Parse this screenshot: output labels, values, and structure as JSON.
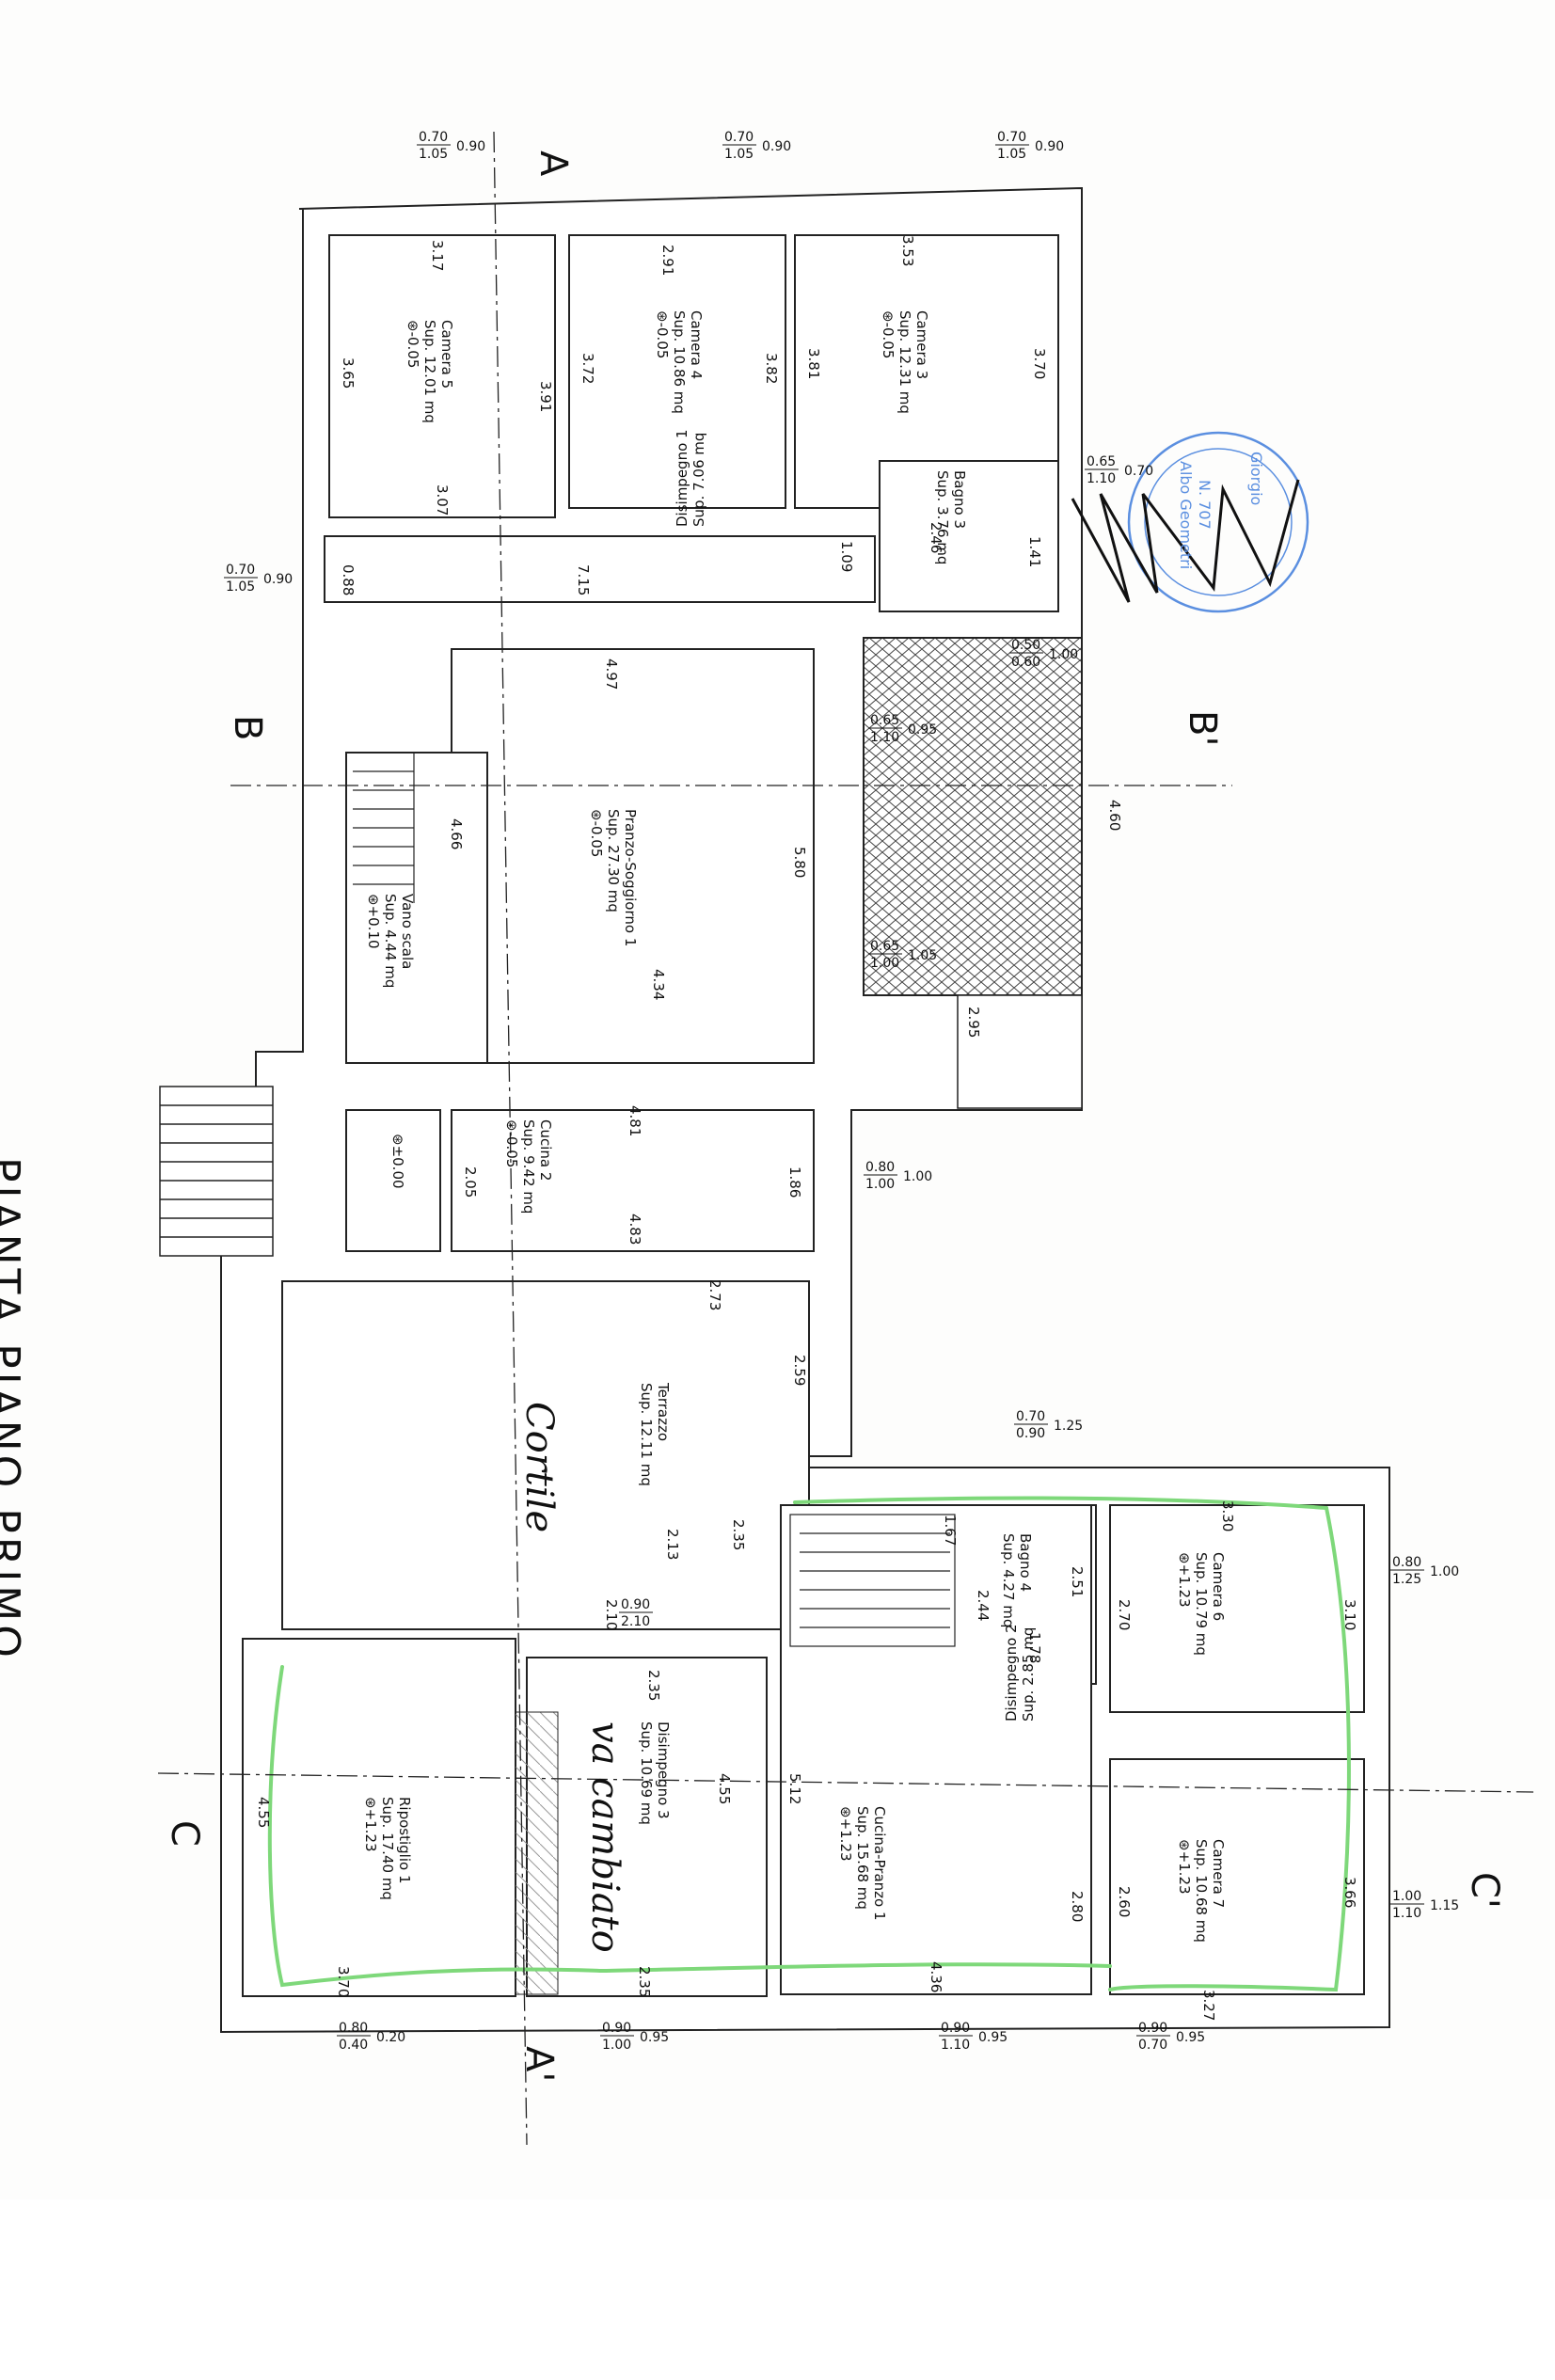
{
  "title": "PIANTA PIANO PRIMO",
  "handwritten_notes": [
    "Cortile",
    "va cambiato"
  ],
  "stamp_text": [
    "N. 707",
    "Albo Geometri",
    "Giorgio"
  ],
  "section_marks": {
    "A": "A",
    "A_prime": "A'",
    "B": "B",
    "B_prime": "B'",
    "C": "C",
    "C_prime": "C'"
  },
  "rooms": [
    {
      "id": "camera5",
      "lines": [
        "Camera 5",
        "Sup. 12.01 mq",
        "⊛-0.05"
      ]
    },
    {
      "id": "camera4",
      "lines": [
        "Camera 4",
        "Sup. 10.86 mq",
        "⊛-0.05"
      ]
    },
    {
      "id": "camera3",
      "lines": [
        "Camera 3",
        "Sup. 12.31 mq",
        "⊛-0.05"
      ]
    },
    {
      "id": "bagno3",
      "lines": [
        "Bagno 3",
        "Sup. 3.76 mq"
      ]
    },
    {
      "id": "disimpegno1",
      "lines": [
        "Disimpegno 1",
        "Sup. 7.06 mq"
      ]
    },
    {
      "id": "pranzo",
      "lines": [
        "Pranzo-Soggiorno 1",
        "Sup. 27.30 mq",
        "⊛-0.05"
      ]
    },
    {
      "id": "vanoscala",
      "lines": [
        "Vano scala",
        "Sup. 4.44 mq",
        "⊛+0.10"
      ]
    },
    {
      "id": "cucina2",
      "lines": [
        "Cucina 2",
        "Sup. 9.42 mq",
        "⊛-0.05"
      ]
    },
    {
      "id": "landing",
      "lines": [
        "⊛±0.00"
      ]
    },
    {
      "id": "terrazzo",
      "lines": [
        "Terrazzo",
        "Sup. 12.11 mq"
      ]
    },
    {
      "id": "bagno4",
      "lines": [
        "Bagno 4",
        "Sup. 4.27 mq"
      ]
    },
    {
      "id": "camera6",
      "lines": [
        "Camera 6",
        "Sup. 10.79 mq",
        "⊛+1.23"
      ]
    },
    {
      "id": "disimpegno2",
      "lines": [
        "Disimpegno 2",
        "Sup. 2.85 mq"
      ]
    },
    {
      "id": "disimpegno3",
      "lines": [
        "Disimpegno 3",
        "Sup. 10.69 mq"
      ]
    },
    {
      "id": "cucinapranzo",
      "lines": [
        "Cucina-Pranzo 1",
        "Sup. 15.68 mq",
        "⊛+1.23"
      ]
    },
    {
      "id": "camera7",
      "lines": [
        "Camera 7",
        "Sup. 10.68 mq",
        "⊛+1.23"
      ]
    },
    {
      "id": "ripostiglio",
      "lines": [
        "Ripostiglio 1",
        "Sup. 17.40 mq",
        "⊛+1.23"
      ]
    }
  ],
  "dimensions": {
    "c5_3_17": "3.17",
    "c5_3_65": "3.65",
    "c5_3_91": "3.91",
    "c5_3_07": "3.07",
    "c4_2_91": "2.91",
    "c4_3_72": "3.72",
    "c4_3_82": "3.82",
    "c3_3_53": "3.53",
    "c3_3_81": "3.81",
    "c3_3_70": "3.70",
    "b3_2_46": "2.46",
    "b3_1_41": "1.41",
    "d1_1_09": "1.09",
    "d1_0_88": "0.88",
    "d1_7_15": "7.15",
    "p_4_97": "4.97",
    "p_4_66": "4.66",
    "p_5_80": "5.80",
    "p_4_34": "4.34",
    "p_4_60": "4.60",
    "p_2_95": "2.95",
    "k2_4_81": "4.81",
    "k2_2_05": "2.05",
    "k2_4_83": "4.83",
    "k2_1_86": "1.86",
    "t_2_73": "2.73",
    "t_2_59": "2.59",
    "t_2_35": "2.35",
    "t_2_13": "2.13",
    "t_2_10": "2.10",
    "b4_1_67": "1.67",
    "b4_2_51": "2.51",
    "b4_2_44": "2.44",
    "b4_1_78": "1.78",
    "c6_3_30": "3.30",
    "c6_2_70": "2.70",
    "c6_3_10": "3.10",
    "d3_2_35": "2.35",
    "d3_4_55": "4.55",
    "d3_2_35b": "2.35",
    "cp_5_12": "5.12",
    "cp_2_80": "2.80",
    "cp_4_36": "4.36",
    "c7_3_66": "3.66",
    "c7_2_60": "2.60",
    "c7_3_27": "3.27",
    "r_4_55": "4.55",
    "r_3_70": "3.70"
  },
  "openings": [
    {
      "id": "w_c5",
      "top": "0.70",
      "bottom": "1.05",
      "side": "0.90"
    },
    {
      "id": "w_c4",
      "top": "0.70",
      "bottom": "1.05",
      "side": "0.90"
    },
    {
      "id": "w_c3",
      "top": "0.70",
      "bottom": "1.05",
      "side": "0.90"
    },
    {
      "id": "w_d1",
      "top": "0.70",
      "bottom": "1.05",
      "side": "0.90"
    },
    {
      "id": "w_b3",
      "top": "0.65",
      "bottom": "1.10",
      "side": "0.70"
    },
    {
      "id": "w_bal",
      "top": "0.50",
      "bottom": "0.60",
      "side": "1.00"
    },
    {
      "id": "w_p1",
      "top": "0.65",
      "bottom": "1.10",
      "side": "0.95"
    },
    {
      "id": "w_p2",
      "top": "0.65",
      "bottom": "1.00",
      "side": "1.05"
    },
    {
      "id": "w_k2",
      "top": "0.80",
      "bottom": "1.00",
      "side": "1.00"
    },
    {
      "id": "w_b4",
      "top": "0.70",
      "bottom": "0.90",
      "side": "1.25"
    },
    {
      "id": "w_c6",
      "top": "0.80",
      "bottom": "1.25",
      "side": "1.00"
    },
    {
      "id": "w_t",
      "top": "0.90",
      "bottom": "2.10",
      "side": ""
    },
    {
      "id": "w_c7",
      "top": "1.00",
      "bottom": "1.10",
      "side": "1.15"
    },
    {
      "id": "w_r",
      "top": "0.80",
      "bottom": "0.40",
      "side": "0.20"
    },
    {
      "id": "w_d3",
      "top": "0.90",
      "bottom": "1.00",
      "side": "0.95"
    },
    {
      "id": "w_cp",
      "top": "0.90",
      "bottom": "1.10",
      "side": "0.95"
    },
    {
      "id": "w_c7b",
      "top": "0.90",
      "bottom": "0.70",
      "side": "0.95"
    }
  ],
  "colors": {
    "ink": "#222222",
    "wall": "#ffffff",
    "green": "#7ed87a",
    "stamp": "#5b8fe0",
    "tile": "#555555"
  }
}
